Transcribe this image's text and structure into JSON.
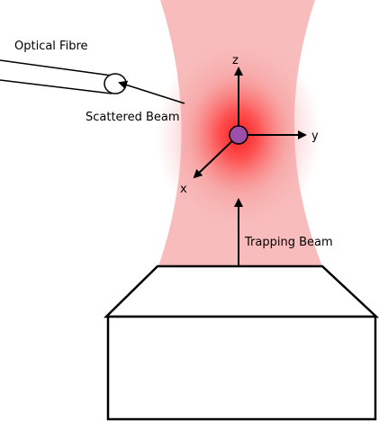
{
  "labels": {
    "optical_fibre": "Optical Fibre",
    "scattered_beam": "Scattered Beam",
    "trapping_beam": "Trapping Beam",
    "axis_x": "x",
    "axis_y": "y",
    "axis_z": "z"
  },
  "colors": {
    "beam": "#f8b8b8",
    "beam_focus": "#ff2020",
    "particle": "#9b4fa8",
    "lines": "#000000"
  }
}
